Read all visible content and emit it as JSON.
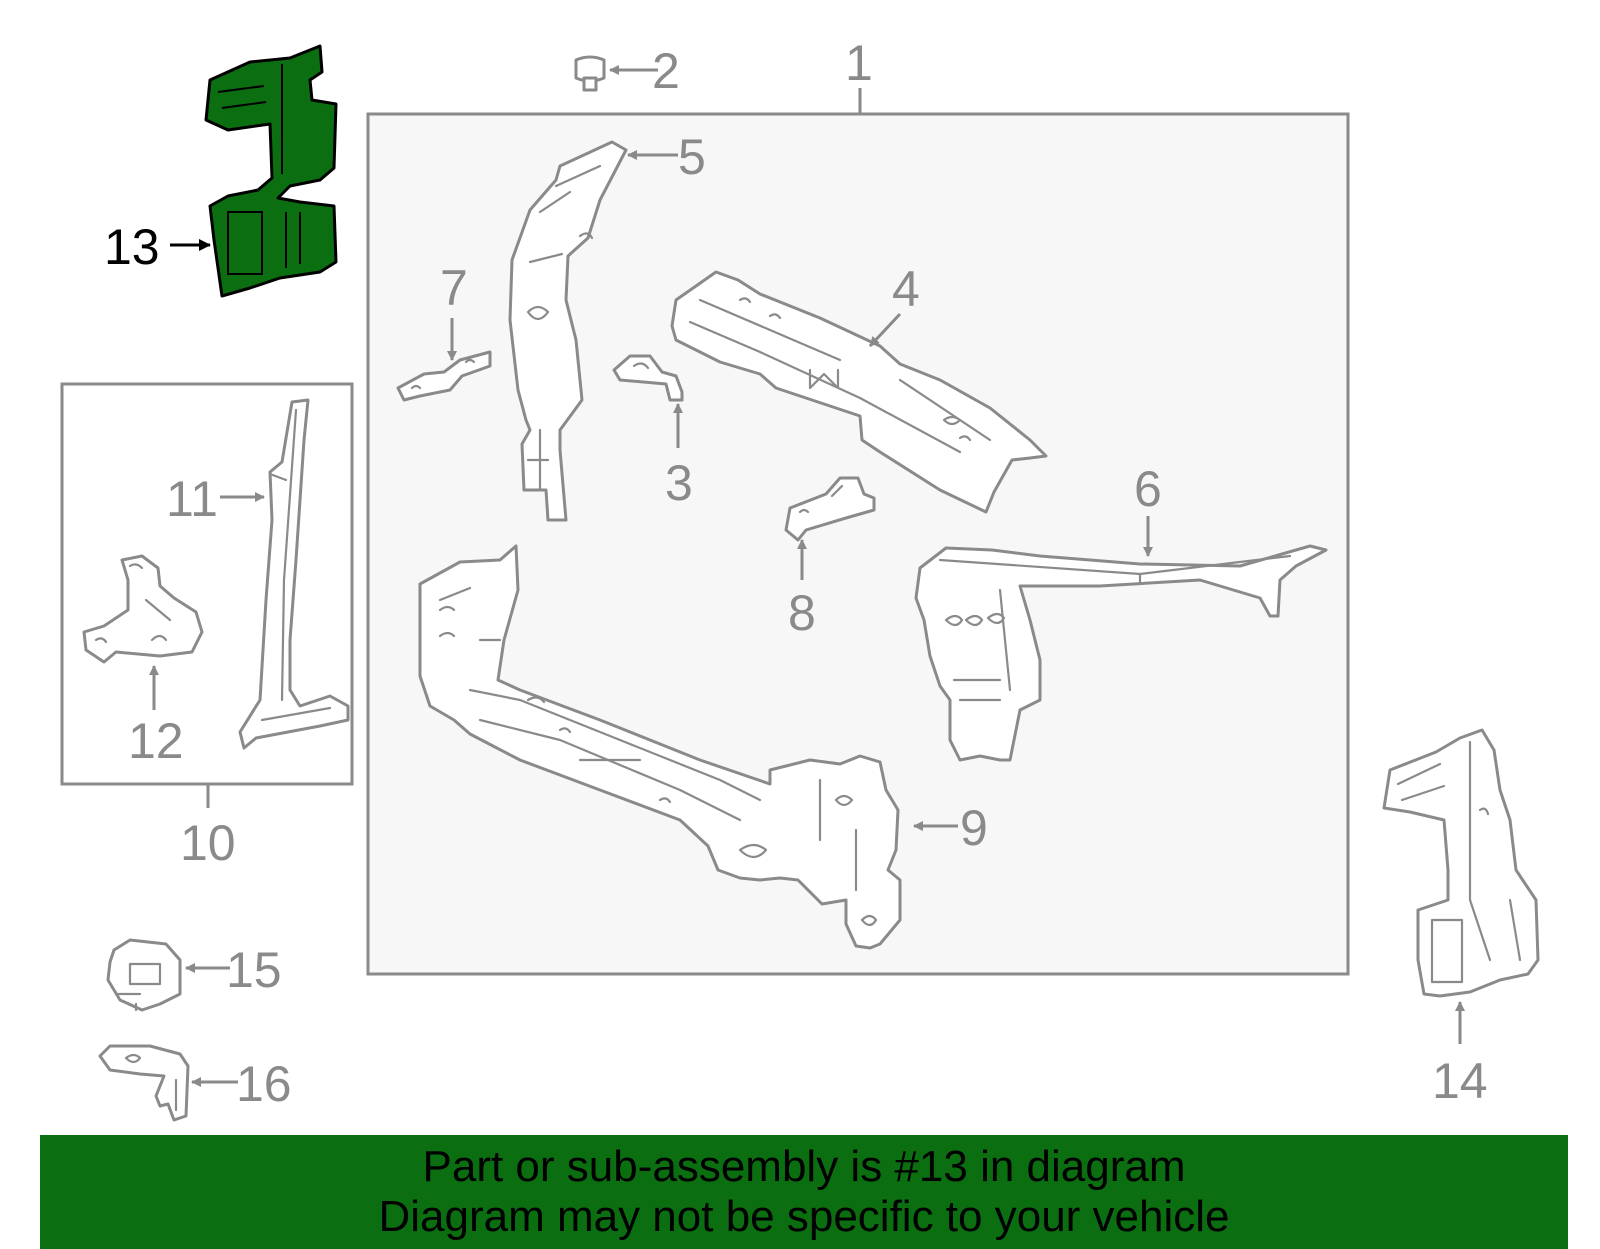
{
  "diagram": {
    "highlight_color": "#0b6e10",
    "line_color": "#8a8a8a",
    "highlighted_part": "13",
    "callouts": {
      "c1": "1",
      "c2": "2",
      "c3": "3",
      "c4": "4",
      "c5": "5",
      "c6": "6",
      "c7": "7",
      "c8": "8",
      "c9": "9",
      "c10": "10",
      "c11": "11",
      "c12": "12",
      "c13": "13",
      "c14": "14",
      "c15": "15",
      "c16": "16"
    }
  },
  "banner": {
    "line1": "Part or sub-assembly is #13 in diagram",
    "line2": "Diagram may not be specific to your vehicle"
  }
}
